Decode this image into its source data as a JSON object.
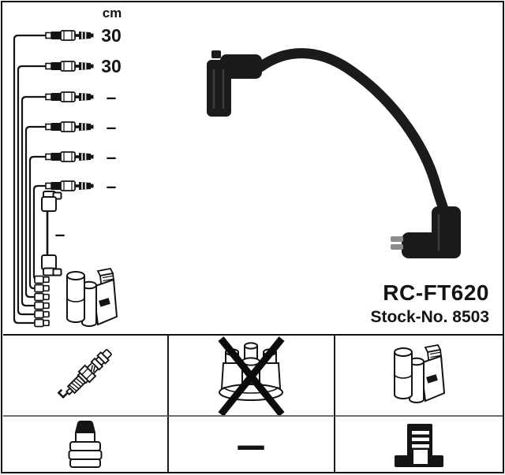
{
  "colors": {
    "ink": "#141414",
    "background": "#ffffff",
    "cable": "#1b1b1b"
  },
  "measurements": {
    "unit_header": "cm",
    "rows": [
      {
        "length": "30"
      },
      {
        "length": "30"
      },
      {
        "length": "–"
      },
      {
        "length": "–"
      },
      {
        "length": "–"
      },
      {
        "length": "–"
      }
    ],
    "angled_lead_length": "–"
  },
  "product": {
    "part_number": "RC-FT620",
    "stock_number": "Stock-No. 8503"
  },
  "diagram": {
    "lead_rows": 6,
    "icons": [
      "ignition-lead-icon",
      "angled-lead-icon",
      "ignition-coil-icon",
      "ignition-cable-photo"
    ]
  },
  "legend": {
    "cells": [
      {
        "icon": "spark-plug-icon",
        "crossed_out": false,
        "label": ""
      },
      {
        "icon": "distributor-cap-icon",
        "crossed_out": true,
        "label": ""
      },
      {
        "icon": "ignition-coil-icon",
        "crossed_out": false,
        "label": ""
      },
      {
        "icon": "plug-boot-icon",
        "crossed_out": false,
        "label": ""
      },
      {
        "icon": "dash",
        "crossed_out": false,
        "label": "–"
      },
      {
        "icon": "coil-on-plug-icon",
        "crossed_out": false,
        "label": ""
      }
    ]
  }
}
